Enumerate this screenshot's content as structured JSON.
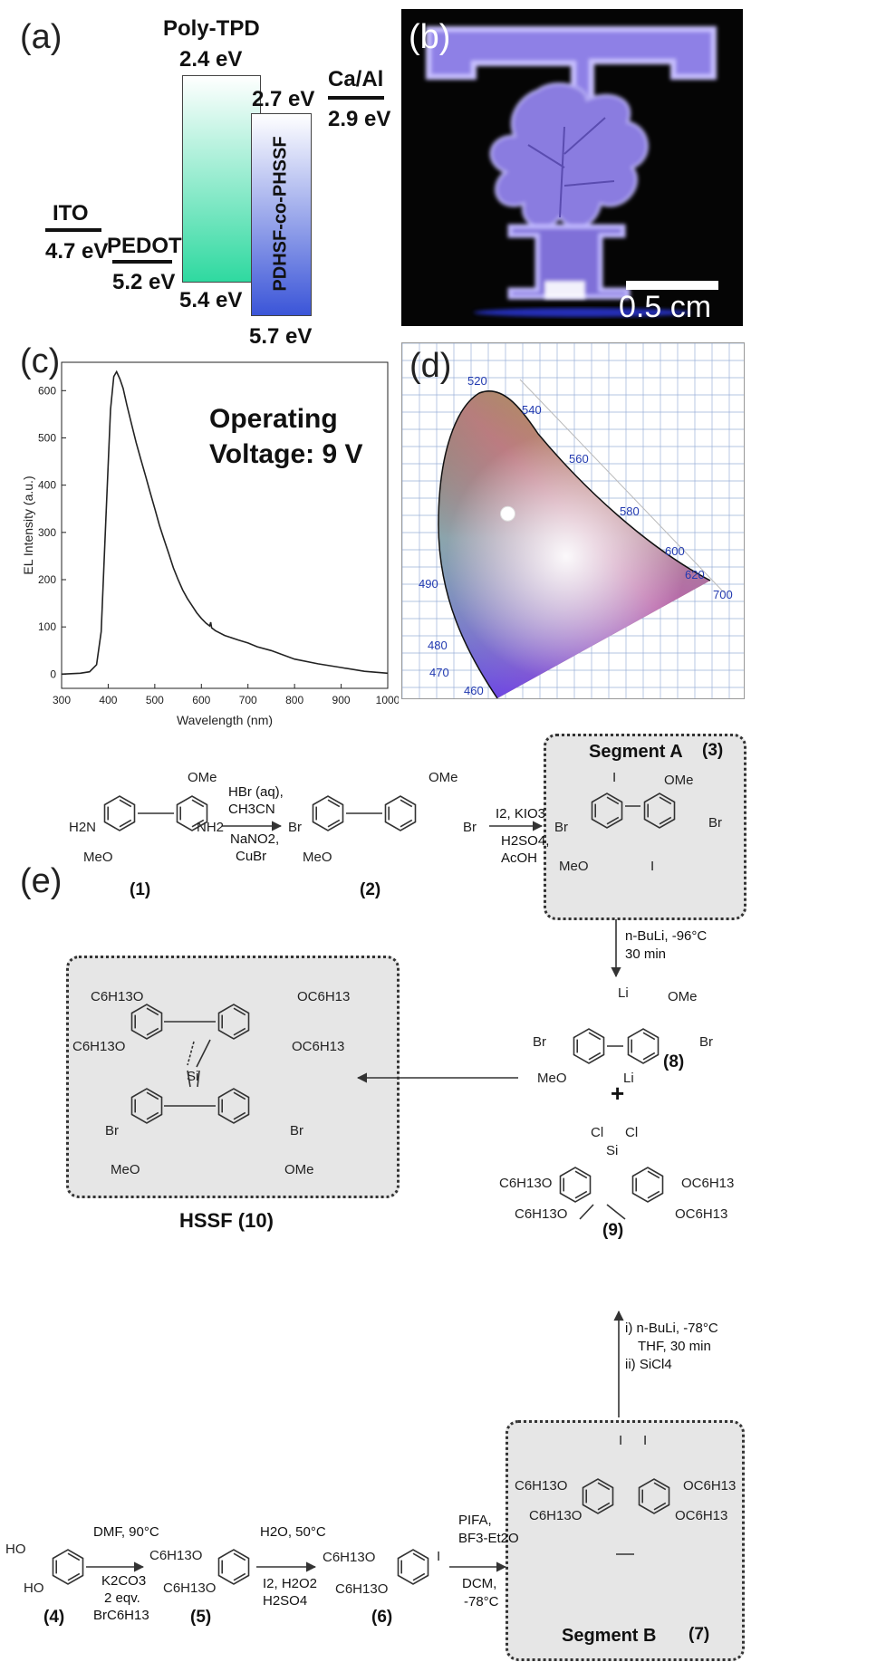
{
  "panel_a": {
    "label": "(a)",
    "levels": {
      "ito_name": "ITO",
      "ito_value": "4.7 eV",
      "pedot_name": "PEDOT",
      "pedot_value": "5.2 eV",
      "polytpd_name": "Poly-TPD",
      "polytpd_top": "2.4 eV",
      "polytpd_bottom": "5.4 eV",
      "polymer_name": "PDHSF-co-PHSSF",
      "polymer_top": "2.7 eV",
      "polymer_bottom": "5.7 eV",
      "cathode_name": "Ca/Al",
      "cathode_value": "2.9 eV"
    },
    "colors": {
      "polytpd_top": "#ffffff",
      "polytpd_bottom": "#2fd9a0",
      "polymer_top": "#ffffff",
      "polymer_bottom": "#3b55d8"
    }
  },
  "panel_b": {
    "label": "(b)",
    "scale_text": "0.5 cm",
    "glow_color": "#a99cf0"
  },
  "panel_c": {
    "label": "(c)",
    "annotation_line1": "Operating",
    "annotation_line2": "Voltage: 9 V",
    "chart_data": {
      "type": "line",
      "xlabel": "Wavelength (nm)",
      "ylabel": "EL Intensity (a.u.)",
      "xlim": [
        300,
        1000
      ],
      "ylim": [
        -30,
        660
      ],
      "x_ticks": [
        300,
        400,
        500,
        600,
        700,
        800,
        900,
        1000
      ],
      "y_ticks": [
        0,
        100,
        200,
        300,
        400,
        500,
        600
      ],
      "x": [
        300,
        340,
        360,
        375,
        385,
        395,
        405,
        412,
        418,
        425,
        432,
        440,
        450,
        460,
        470,
        480,
        490,
        500,
        510,
        520,
        530,
        540,
        550,
        560,
        570,
        580,
        590,
        600,
        610,
        618,
        620,
        622,
        625,
        630,
        650,
        680,
        700,
        720,
        750,
        800,
        850,
        900,
        950,
        1000
      ],
      "y": [
        0,
        2,
        5,
        20,
        90,
        330,
        560,
        630,
        640,
        625,
        605,
        570,
        530,
        490,
        455,
        420,
        385,
        350,
        315,
        285,
        255,
        225,
        200,
        178,
        160,
        145,
        130,
        118,
        108,
        102,
        110,
        98,
        96,
        92,
        82,
        72,
        66,
        58,
        50,
        32,
        22,
        14,
        6,
        2
      ]
    }
  },
  "panel_d": {
    "label": "(d)",
    "chart_data": {
      "type": "scatter",
      "locus_wavelength_labels": [
        "460",
        "470",
        "480",
        "490",
        "520",
        "540",
        "560",
        "580",
        "600",
        "620",
        "700"
      ],
      "point": {
        "x": 0.17,
        "y": 0.22
      }
    }
  },
  "panel_e": {
    "label": "(e)",
    "compounds": {
      "c1": "(1)",
      "c2": "(2)",
      "c3": "(3)",
      "c4": "(4)",
      "c5": "(5)",
      "c6": "(6)",
      "c7": "(7)",
      "c8": "(8)",
      "c9": "(9)"
    },
    "segment_a": "Segment A",
    "segment_b": "Segment B",
    "hssf_label": "HSSF (10)",
    "plus": "+",
    "conditions": {
      "step1_l1": "HBr (aq),",
      "step1_l2": "CH3CN",
      "step1_l3": "NaNO2,",
      "step1_l4": "CuBr",
      "step2_l1": "I2, KIO3",
      "step2_l2": "H2SO4,",
      "step2_l3": "AcOH",
      "step3_l1": "n-BuLi, -96°C",
      "step3_l2": "30 min",
      "step4_l1": "DMF, 90°C",
      "step4_l2": "K2CO3",
      "step4_l3": "2 eqv.",
      "step4_l4": "BrC6H13",
      "step5_l1": "H2O, 50°C",
      "step5_l2": "I2, H2O2",
      "step5_l3": "H2SO4",
      "step6_l1": "PIFA,",
      "step6_l2": "BF3-Et2O",
      "step6_l3": "DCM,",
      "step6_l4": "-78°C",
      "step7_l1": "i) n-BuLi, -78°C",
      "step7_l2": "THF, 30 min",
      "step7_l3": "ii) SiCl4"
    },
    "substituents": {
      "h2n": "H2N",
      "nh2": "NH2",
      "ome": "OMe",
      "meo": "MeO",
      "br": "Br",
      "i": "I",
      "li": "Li",
      "cl": "Cl",
      "si": "Si",
      "ho": "HO",
      "hexo": "C6H13O",
      "ohex": "OC6H13"
    }
  }
}
